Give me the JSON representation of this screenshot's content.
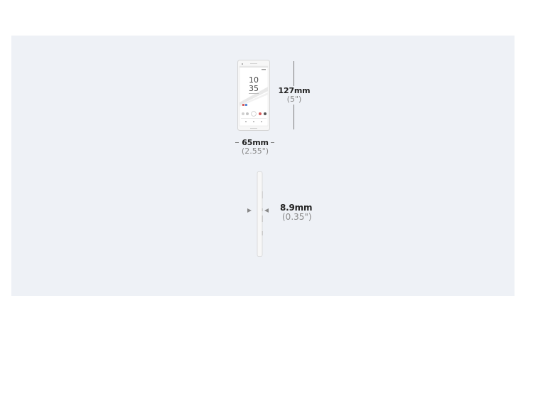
{
  "dimensions": {
    "height": {
      "metric": "127mm",
      "imperial": "(5\")"
    },
    "width": {
      "metric": "65mm",
      "imperial": "(2.55\")"
    },
    "depth": {
      "metric": "8.9mm",
      "imperial": "(0.35\")"
    }
  },
  "phone_screen": {
    "clock_hour": "10",
    "clock_minute": "35"
  },
  "colors": {
    "panel_background": "#eef1f6",
    "phone_body": "#f7f7f7",
    "text_primary": "#222222",
    "text_secondary": "#8a8a8a"
  }
}
